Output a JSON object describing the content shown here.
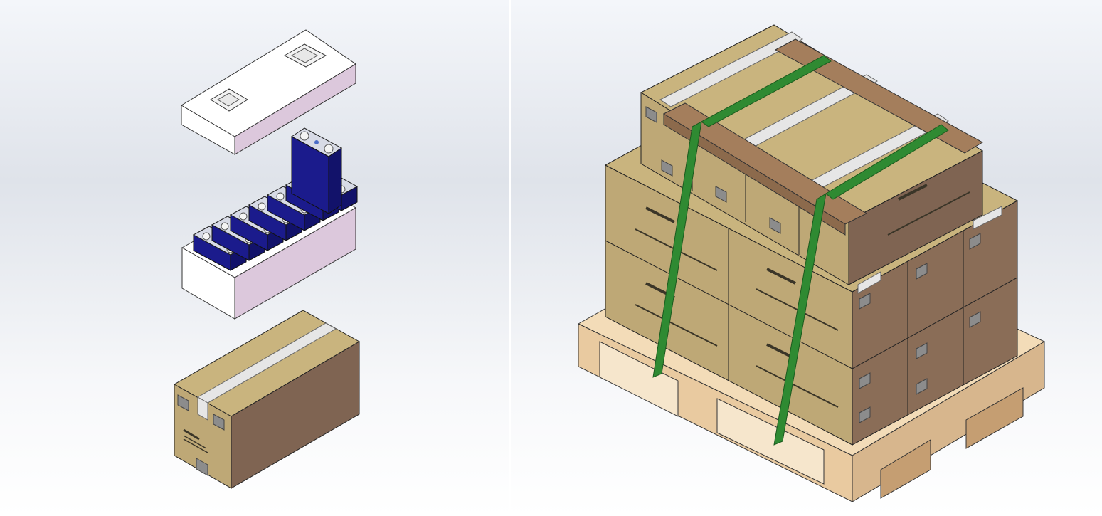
{
  "scene": {
    "left_panel": "exploded-view",
    "right_panel": "palletized-assembly"
  },
  "colors": {
    "carton_top": "#c9b47e",
    "carton_front": "#bea876",
    "carton_side": "#7f6452",
    "tape": "#e6e6e6",
    "foam": "#ffffff",
    "foam_side": "#dcc8dc",
    "cell_blue": "#1b1b8c",
    "cell_top": "#d8dbe6",
    "pallet_top": "#f3dcb8",
    "pallet_side": "#d7b68d",
    "strap": "#2f8a32",
    "corner_guard": "#a47e5c"
  },
  "cells_visible": 8,
  "carton_label": {
    "brand": "",
    "company": "",
    "address": ""
  }
}
